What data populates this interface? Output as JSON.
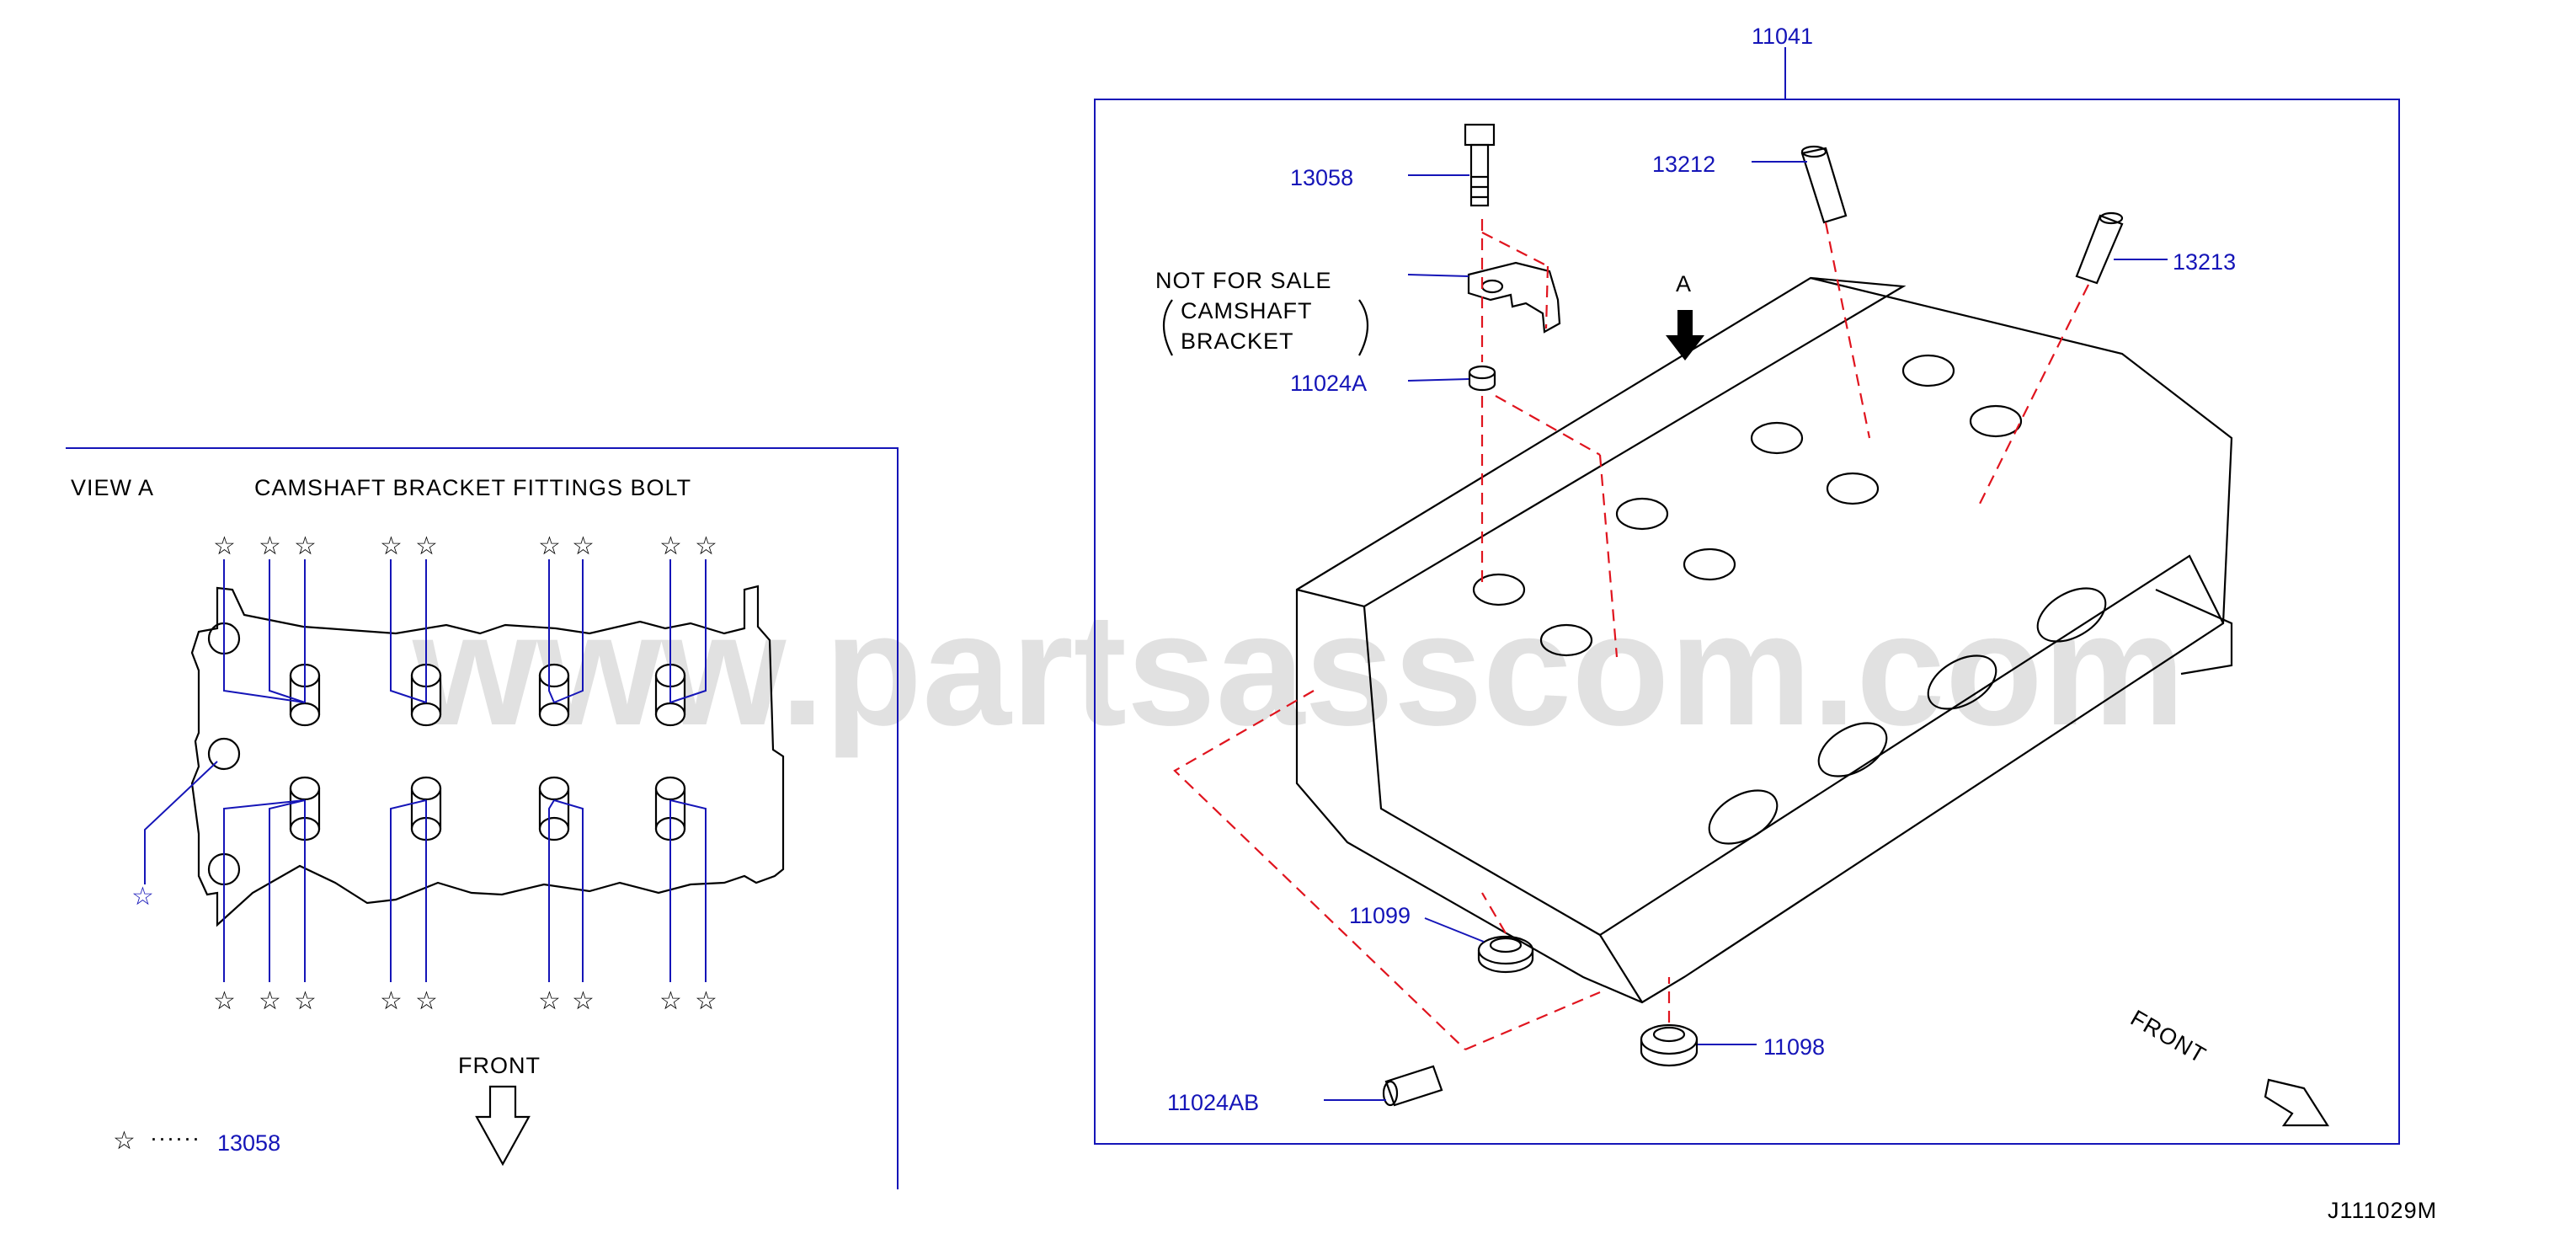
{
  "watermark": "www.partsasscom.com",
  "drawing_code": "J111029M",
  "view_a": {
    "title_left": "VIEW A",
    "title_right": "CAMSHAFT BRACKET FITTINGS BOLT",
    "front_label": "FRONT",
    "legend_symbol": "☆",
    "legend_dots": "······",
    "legend_part": "13058"
  },
  "main": {
    "assembly_part": "11041",
    "arrow_label": "A",
    "front_label": "FRONT",
    "not_for_sale": {
      "line1": "NOT FOR SALE",
      "line2": "CAMSHAFT",
      "line3": "BRACKET"
    },
    "callouts": [
      {
        "id": "13058"
      },
      {
        "id": "13212"
      },
      {
        "id": "13213"
      },
      {
        "id": "11024A"
      },
      {
        "id": "11099"
      },
      {
        "id": "11098"
      },
      {
        "id": "11024AB"
      }
    ]
  },
  "colors": {
    "callout": "#1515b8",
    "centerline": "#e0141e",
    "ink": "#000000"
  }
}
